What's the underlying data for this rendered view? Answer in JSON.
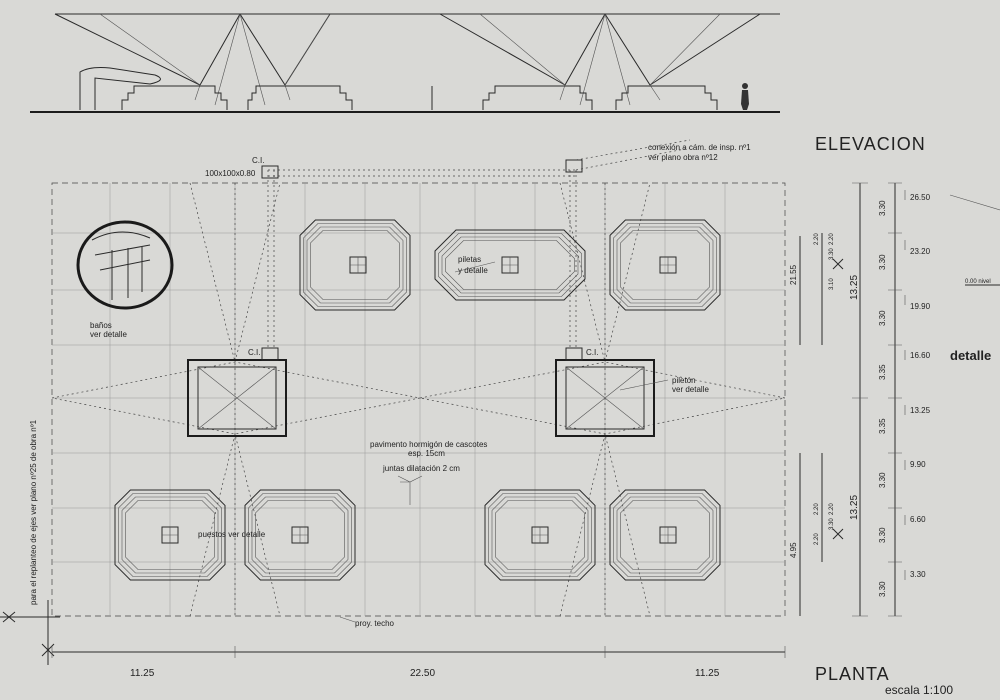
{
  "titles": {
    "elevation": "ELEVACION",
    "plan": "PLANTA",
    "scale": "escala 1:100",
    "detail_side": "detalle"
  },
  "notes": {
    "conexion": "conexión a cám. de insp. nº1",
    "conexion2": "ver plano obra nº12",
    "ci": "C.I.",
    "ci_dims": "100x100x0.80",
    "banos": "baños",
    "banos2": "ver detalle",
    "piletas": "piletas",
    "piletas2": "y detalle",
    "pileton": "piletón",
    "pileton2": "ver detalle",
    "pavimento": "pavimento hormigón de cascotes",
    "pavimento2": "esp. 15cm",
    "juntas": "juntas dilatación 2 cm",
    "puestos": "puestos ver detalle",
    "proy_techo": "proy. techo",
    "replanteo": "para el replanteo de ejes ver plano nº25 de obra nº1"
  },
  "dims_bottom": [
    "11.25",
    "22.50",
    "11.25"
  ],
  "dims_right_inner": [
    "21.55",
    "4.95"
  ],
  "dims_right_mid": [
    "13.25",
    "13.25"
  ],
  "dims_right_modules": [
    "3.30",
    "3.30",
    "3.30",
    "3.35",
    "3.35",
    "3.30",
    "3.30",
    "3.30"
  ],
  "dims_small": [
    "2.20",
    "3.30",
    "3.10",
    "2.20",
    "3.30",
    "2.20",
    "2.20",
    "2.20"
  ],
  "levels": [
    "26.50",
    "23.20",
    "19.90",
    "16.60",
    "13.25",
    "9.90",
    "6.60",
    "3.30"
  ],
  "side_level": "0.00 nivel"
}
